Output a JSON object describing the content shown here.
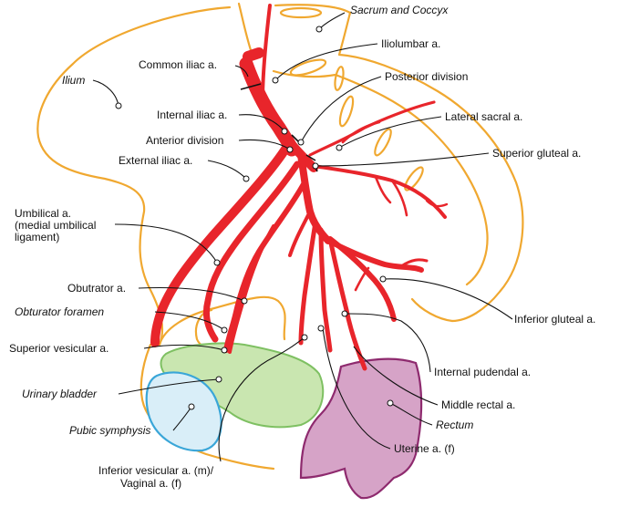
{
  "diagram": {
    "colors": {
      "artery": "#e8252b",
      "bone": "#f0a830",
      "bladder_fill": "#c9e6b0",
      "bladder_stroke": "#7ec062",
      "pubic_fill": "#d9eef8",
      "pubic_stroke": "#3aa6d8",
      "rectum_fill": "#d6a3c7",
      "rectum_stroke": "#8e2a6e",
      "ink": "#111111"
    },
    "labels": {
      "sacrum": "Sacrum and Coccyx",
      "iliolumbar": "Iliolumbar a.",
      "common_iliac": "Common iliac a.",
      "posterior_division": "Posterior division",
      "ilium": "Ilium",
      "lateral_sacral": "Lateral sacral a.",
      "internal_iliac": "Internal iliac a.",
      "anterior_division": "Anterior division",
      "superior_gluteal": "Superior gluteal a.",
      "external_iliac": "External iliac a.",
      "umbilical_1": "Umbilical a.",
      "umbilical_2": "(medial umbilical",
      "umbilical_3": "ligament)",
      "obturator_a": "Obutrator a.",
      "obturator_foramen": "Obturator foramen",
      "inferior_gluteal": "Inferior gluteal a.",
      "superior_vesicular": "Superior vesicular a.",
      "internal_pudendal": "Internal pudendal a.",
      "urinary_bladder": "Urinary bladder",
      "middle_rectal": "Middle rectal a.",
      "rectum": "Rectum",
      "pubic_symphysis": "Pubic symphysis",
      "uterine": "Uterine a. (f)",
      "inferior_vesicular_1": "Inferior vesicular a. (m)/",
      "inferior_vesicular_2": "Vaginal a. (f)"
    }
  }
}
